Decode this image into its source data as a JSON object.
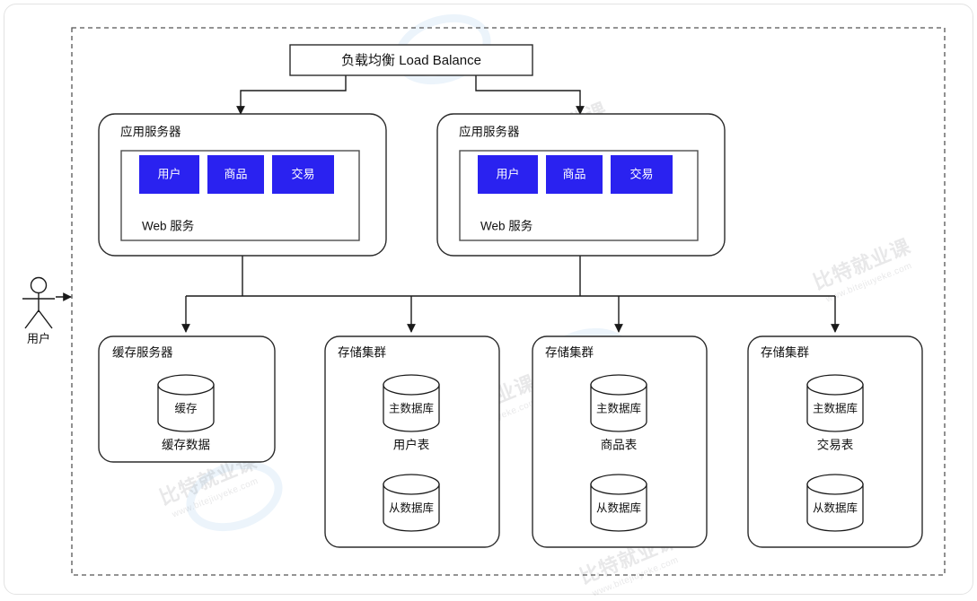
{
  "diagram": {
    "title_node": {
      "label": "负载均衡 Load Balance"
    },
    "actor": {
      "label": "用户",
      "icon": "actor-stick-figure-icon"
    },
    "app_servers": [
      {
        "title": "应用服务器",
        "footer": "Web 服务",
        "services": [
          "用户",
          "商品",
          "交易"
        ]
      },
      {
        "title": "应用服务器",
        "footer": "Web 服务",
        "services": [
          "用户",
          "商品",
          "交易"
        ]
      }
    ],
    "cache_server": {
      "title": "缓存服务器",
      "cylinder": "缓存",
      "footer": "缓存数据"
    },
    "storage_clusters": [
      {
        "title": "存储集群",
        "primary": "主数据库",
        "table": "用户表",
        "replica": "从数据库"
      },
      {
        "title": "存储集群",
        "primary": "主数据库",
        "table": "商品表",
        "replica": "从数据库"
      },
      {
        "title": "存储集群",
        "primary": "主数据库",
        "table": "交易表",
        "replica": "从数据库"
      }
    ],
    "colors": {
      "service_fill": "#2a22f0",
      "service_text": "#ffffff",
      "stroke": "#1a1a1a",
      "boundary_stroke": "#555555",
      "background": "#ffffff"
    },
    "watermarks": [
      {
        "main": "比特就业课",
        "sub": "www.bitejiuyeke.com"
      },
      {
        "main": "比特就业课",
        "sub": "www.bitejiuyeke.com"
      },
      {
        "main": "比特就业课",
        "sub": "www.bitejiuyeke.com"
      },
      {
        "main": "比特就业课",
        "sub": "www.bitejiuyeke.com"
      },
      {
        "main": "比特就业课",
        "sub": "www.bitejiuyeke.com"
      },
      {
        "main": "比特就业课",
        "sub": "www.bitejiuyeke.com"
      }
    ]
  }
}
